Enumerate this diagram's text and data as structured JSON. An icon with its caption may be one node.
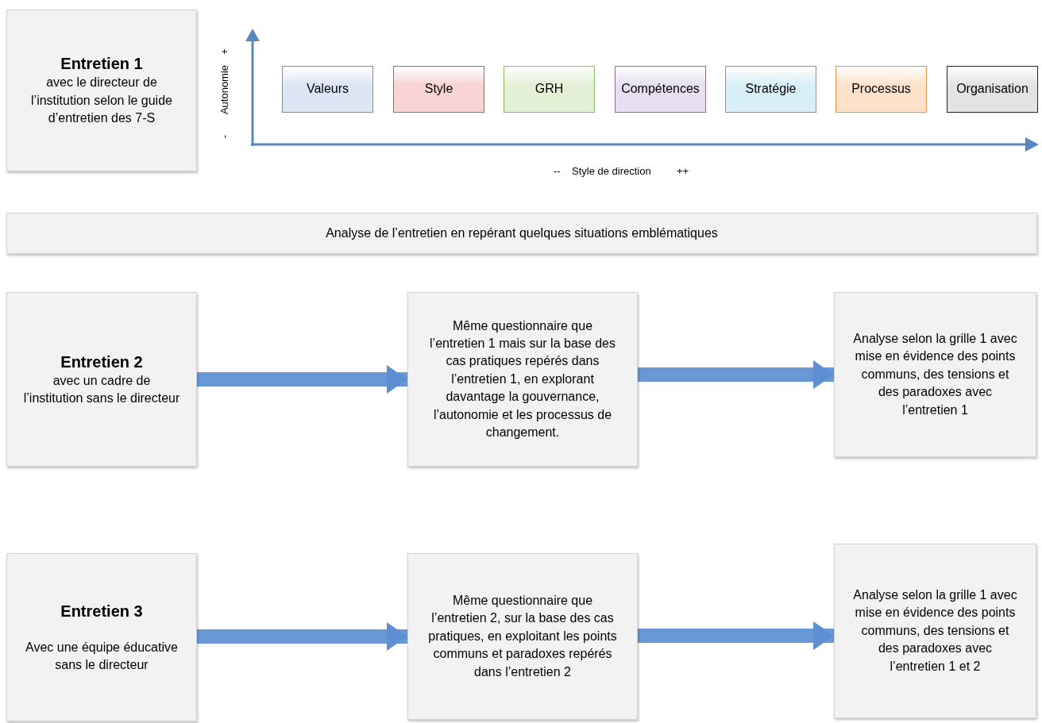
{
  "diagram": {
    "nodes": [
      {
        "text": [
          "Entretien 1",
          "avec le directeur de l’institution selon le guide d’entretien des 7-S"
        ]
      },
      {
        "text": [
          "Valeurs"
        ]
      },
      {
        "text": [
          "Style"
        ]
      },
      {
        "text": [
          "GRH"
        ]
      },
      {
        "text": [
          "Compétences"
        ]
      },
      {
        "text": [
          "Stratégie"
        ]
      },
      {
        "text": [
          "Processus"
        ]
      },
      {
        "text": [
          "Organisation"
        ]
      },
      {
        "text": [
          "Analyse de l’entretien en repérant quelques situations emblématiques"
        ]
      },
      {
        "text": [
          "Entretien 2",
          "avec un cadre de l’institution sans le directeur"
        ]
      },
      {
        "text": [
          "Même questionnaire que l’entretien 1 mais sur la base des cas pratiques repérés dans l’entretien 1, en explorant davantage la gouvernance, l’autonomie et les processus de changement."
        ]
      },
      {
        "text": [
          "Analyse selon la grille 1 avec mise en évidence des points communs, des tensions et des paradoxes avec l’entretien 1"
        ]
      },
      {
        "text": [
          "Entretien 3",
          "Avec une équipe éducative sans le directeur"
        ]
      },
      {
        "text": [
          "Même questionnaire que l’entretien 2, sur la base des cas pratiques, en exploitant les points communs et paradoxes repérés dans l’entretien 2"
        ]
      },
      {
        "text": [
          "Analyse selon la grille 1 avec mise en évidence des points communs, des tensions et des paradoxes avec l’entretien 1 et 2"
        ]
      }
    ],
    "edges": [
      {
        "from": 9,
        "to": 10,
        "arrow": "to"
      },
      {
        "from": 10,
        "to": 11,
        "arrow": "to"
      },
      {
        "from": 12,
        "to": 13,
        "arrow": "to"
      },
      {
        "from": 13,
        "to": 14,
        "arrow": "to"
      }
    ],
    "labels": [
      "+",
      "Autonomie",
      "-",
      "--",
      "Style de direction",
      "++"
    ]
  }
}
